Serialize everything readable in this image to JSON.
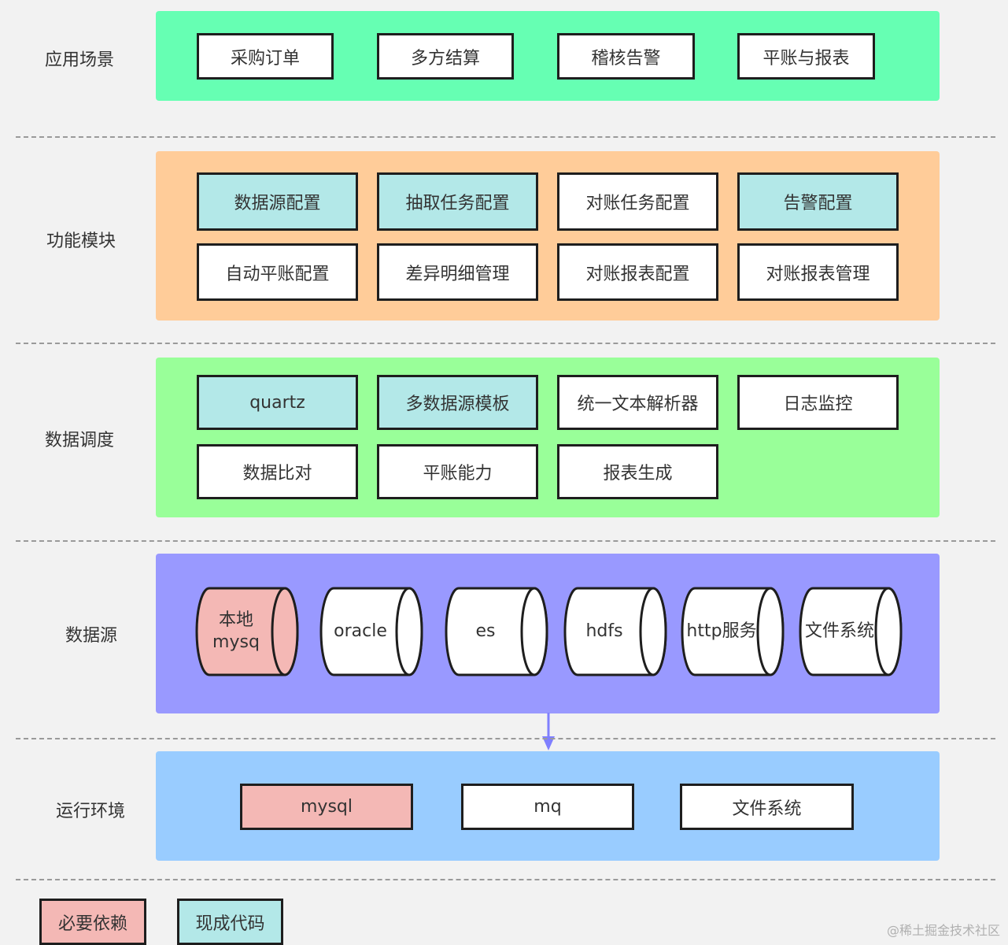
{
  "colors": {
    "scene_bg": "#66ffb3",
    "function_bg": "#ffcc99",
    "schedule_bg": "#99ff99",
    "datasource_bg": "#9999ff",
    "runtime_bg": "#99ccff",
    "existing_code": "#b3e8e8",
    "required_dependency": "#f4b8b5",
    "arrow": "#7f7fff"
  },
  "layers": {
    "scene": {
      "label": "应用场景",
      "boxes": [
        "采购订单",
        "多方结算",
        "稽核告警",
        "平账与报表"
      ]
    },
    "function": {
      "label": "功能模块",
      "row1": [
        "数据源配置",
        "抽取任务配置",
        "对账任务配置",
        "告警配置"
      ],
      "row2": [
        "自动平账配置",
        "差异明细管理",
        "对账报表配置",
        "对账报表管理"
      ]
    },
    "schedule": {
      "label": "数据调度",
      "row1": [
        "quartz",
        "多数据源模板",
        "统一文本解析器",
        "日志监控"
      ],
      "row2": [
        "数据比对",
        "平账能力",
        "报表生成"
      ]
    },
    "datasource": {
      "label": "数据源",
      "cylinders": [
        {
          "line1": "本地",
          "line2": "mysq"
        },
        {
          "line1": "oracle"
        },
        {
          "line1": "es"
        },
        {
          "line1": "hdfs"
        },
        {
          "line1": "http服务"
        },
        {
          "line1": "文件系统"
        }
      ]
    },
    "runtime": {
      "label": "运行环境",
      "boxes": [
        "mysql",
        "mq",
        "文件系统"
      ]
    }
  },
  "legend": {
    "required": "必要依赖",
    "existing": "现成代码"
  },
  "watermark": "@稀土掘金技术社区"
}
